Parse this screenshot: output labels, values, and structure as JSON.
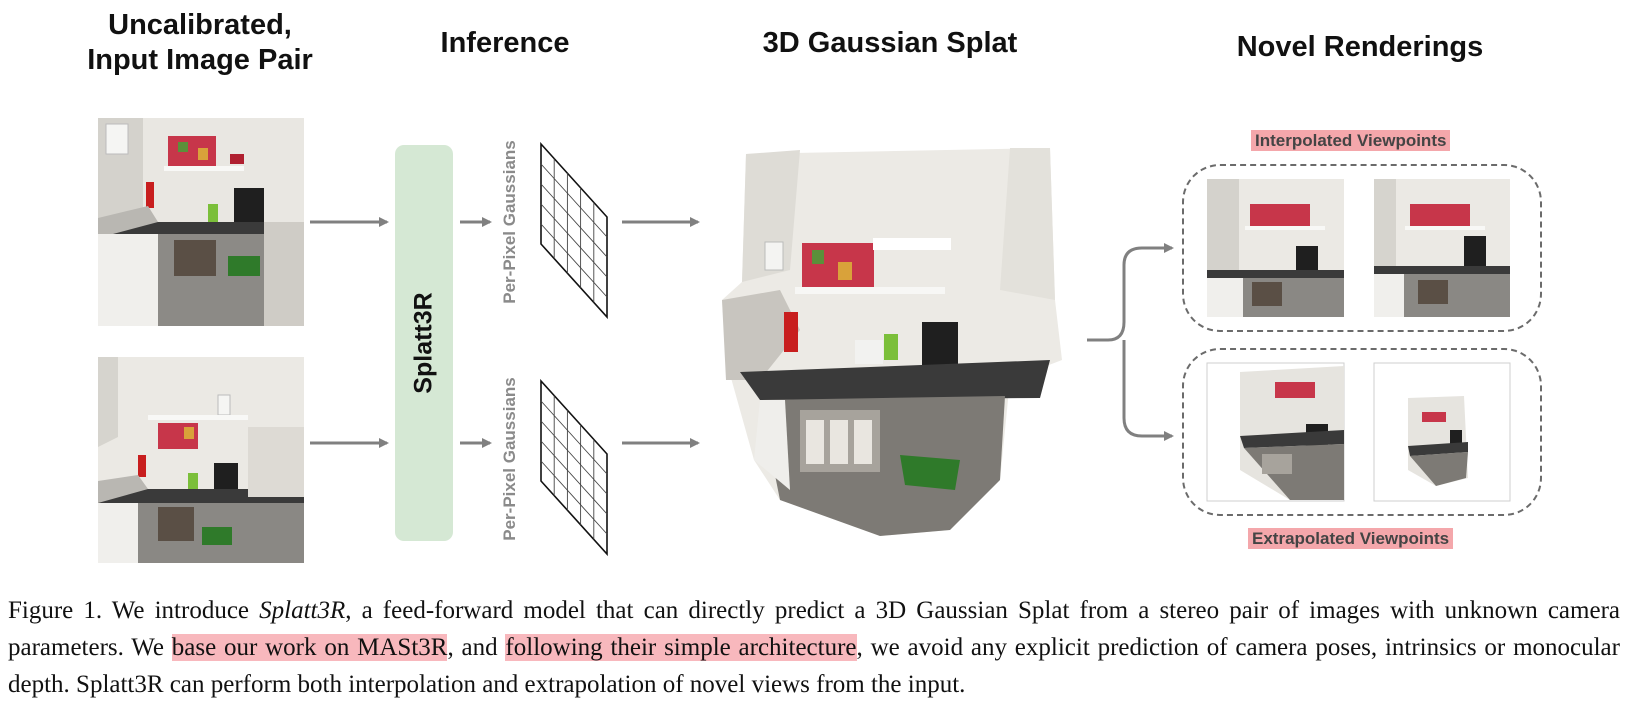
{
  "headers": {
    "input": "Uncalibrated,\nInput Image Pair",
    "inference": "Inference",
    "splat": "3D Gaussian Splat",
    "novel": "Novel Renderings"
  },
  "model_label": "Splatt3R",
  "per_pixel_label": "Per-Pixel Gaussians",
  "tags": {
    "interpolated": "Interpolated Viewpoints",
    "extrapolated": "Extrapolated Viewpoints"
  },
  "caption": {
    "lead": "Figure 1.  We introduce ",
    "italic": "Splatt3R",
    "part1": ", a feed-forward model that can directly predict a 3D Gaussian Splat from a stereo pair of images with unknown camera parameters. We ",
    "hl1": "base our work on MASt3R",
    "part2": ", and ",
    "hl2": "following their simple architecture",
    "part3": ", we avoid any explicit prediction of camera poses, intrinsics or monocular depth. Splatt3R can perform both interpolation and extrapolation of novel views from the input."
  },
  "colors": {
    "pill": "#d5e8d4",
    "tag": "#f4a7ab",
    "highlight": "#f8b8bd",
    "arrow": "#808080"
  }
}
